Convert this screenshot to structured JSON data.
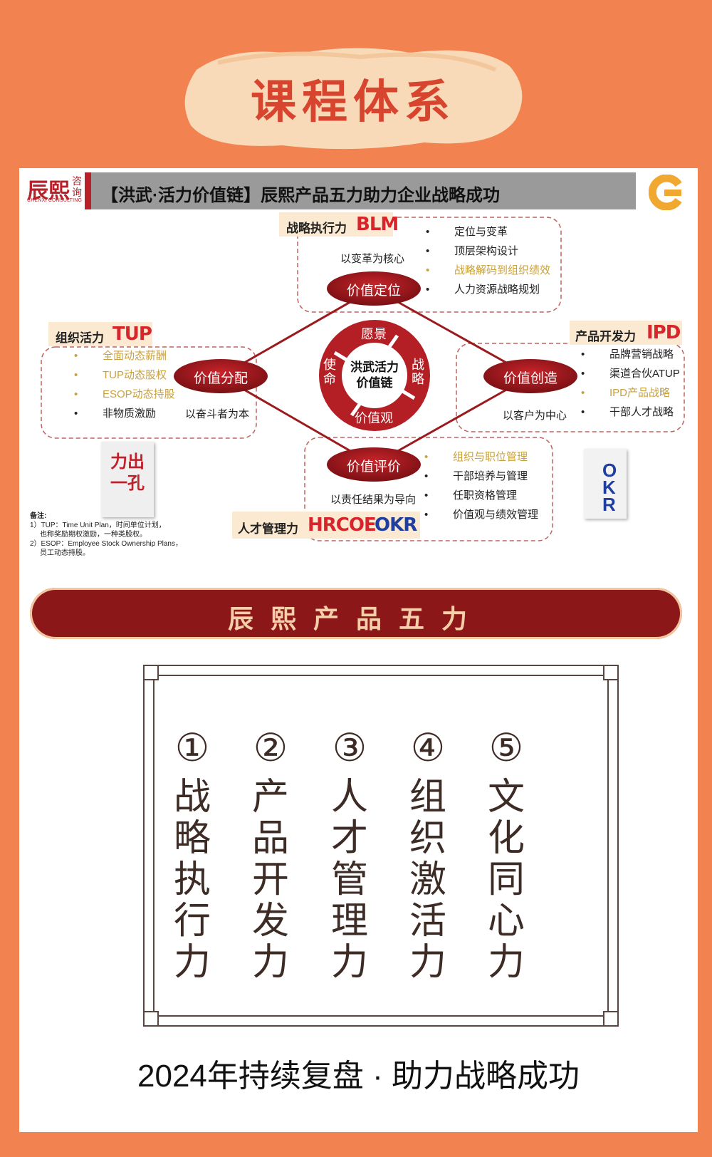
{
  "page_title": "课程体系",
  "header": {
    "logo_chars": "辰熙",
    "logo_small": "咨询",
    "logo_en": "CHENXI CONSULTING",
    "title": "【洪武·活力价值链】辰熙产品五力助力企业战略成功"
  },
  "diagram": {
    "top": {
      "title": "战略执行力",
      "badge": "BLM",
      "subtitle": "以变革为核心",
      "oval": "价值定位",
      "items": [
        "定位与变革",
        "顶层架构设计",
        "战略解码到组织绩效",
        "人力资源战略规划"
      ]
    },
    "left": {
      "title": "组织活力",
      "badge": "TUP",
      "subtitle": "以奋斗者为本",
      "oval": "价值分配",
      "items": [
        "全面动态薪酬",
        "TUP动态股权",
        "ESOP动态持股",
        "非物质激励"
      ]
    },
    "right": {
      "title": "产品开发力",
      "badge": "IPD",
      "subtitle": "以客户为中心",
      "oval": "价值创造",
      "items": [
        "品牌营销战略",
        "渠道合伙ATUP",
        "IPD产品战略",
        "干部人才战略"
      ]
    },
    "bottom": {
      "title": "人才管理力",
      "badge_a": "HRCOE",
      "badge_b": "OKR",
      "subtitle": "以责任结果为导向",
      "oval": "价值评价",
      "items": [
        "组织与职位管理",
        "干部培养与管理",
        "任职资格管理",
        "价值观与绩效管理"
      ]
    },
    "center": {
      "title": "洪武活力价值链",
      "top": "愿景",
      "left": "使命",
      "right": "战略",
      "bottom": "价值观"
    },
    "book_left": "力出一孔",
    "book_right": "OKR",
    "notes_title": "备注:",
    "notes": [
      "1）TUP：Time Unit Plan，时间单位计划，",
      "也称奖励期权激励，一种类股权。",
      "2）ESOP：Employee Stock Ownership Plans，",
      "员工动态持股。"
    ]
  },
  "banner": "辰熙产品五力",
  "five_powers": [
    {
      "num": "①",
      "text": "战略执行力"
    },
    {
      "num": "②",
      "text": "产品开发力"
    },
    {
      "num": "③",
      "text": "人才管理力"
    },
    {
      "num": "④",
      "text": "组织激活力"
    },
    {
      "num": "⑤",
      "text": "文化同心力"
    }
  ],
  "footer": "2024年持续复盘 · 助力战略成功",
  "colors": {
    "background": "#f2824f",
    "brand_red": "#b8202a",
    "banner": "#8c1719",
    "gold": "#c9a13b"
  }
}
